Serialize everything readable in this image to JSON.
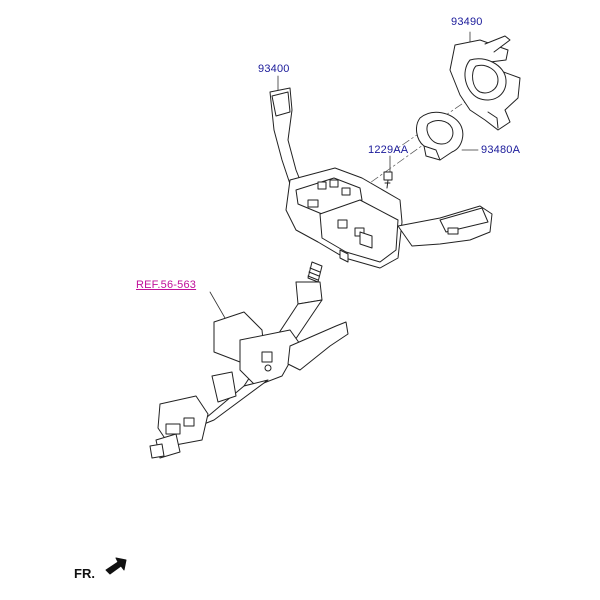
{
  "labels": {
    "part_93490": "93490",
    "part_93400": "93400",
    "part_1229AA": "1229AA",
    "part_93480A": "93480A",
    "ref": "REF.56-563",
    "front": "FR."
  },
  "colors": {
    "part_label": "#1a1a9a",
    "ref_label": "#c0109a",
    "line": "#222222"
  }
}
